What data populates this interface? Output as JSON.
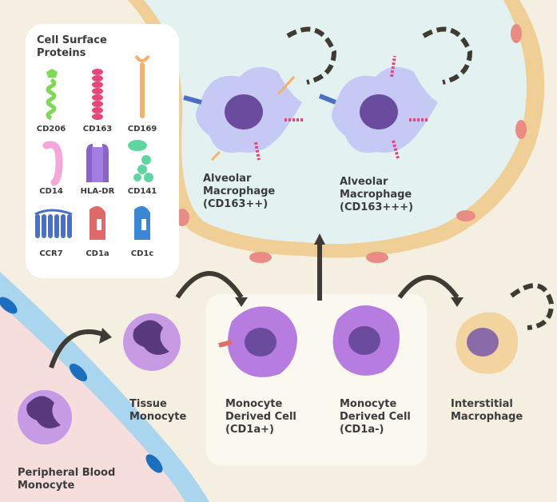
{
  "legend": {
    "title": "Cell Surface\nProteins",
    "items": [
      {
        "label": "CD206",
        "color": "#7ed957"
      },
      {
        "label": "CD163",
        "color": "#e8457a"
      },
      {
        "label": "CD169",
        "color": "#f5b06a"
      },
      {
        "label": "CD14",
        "color": "#f4a7d8"
      },
      {
        "label": "HLA-DR",
        "color": "#8a63c9"
      },
      {
        "label": "CD141",
        "color": "#5fd6a2"
      },
      {
        "label": "CCR7",
        "color": "#4a6fc4"
      },
      {
        "label": "CD1a",
        "color": "#e06a6a"
      },
      {
        "label": "CD1c",
        "color": "#3b86d6"
      }
    ]
  },
  "cells": {
    "alveolar_1": "Alveolar\nMacrophage\n(CD163++)",
    "alveolar_2": "Alveolar\nMacrophage\n(CD163+++)",
    "tissue_monocyte": "Tissue\nMonocyte",
    "mdc_pos": "Monocyte\nDerived Cell\n(CD1a+)",
    "mdc_neg": "Monocyte\nDerived Cell\n(CD1a-)",
    "interstitial": "Interstitial\nMacrophage",
    "peripheral": "Peripheral Blood\nMonocyte"
  },
  "colors": {
    "alveolus": "#e3f2f1",
    "epithelium": "#f0cf96",
    "vessel": "#a9d6ee",
    "blood_bg": "#f6dedc",
    "arrow": "#3f3a33"
  }
}
